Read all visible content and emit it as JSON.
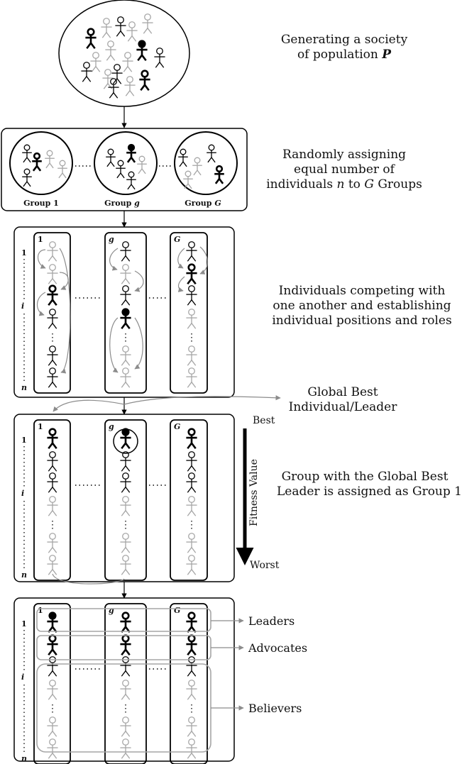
{
  "captions": {
    "society_line1": "Generating a society",
    "society_line2_prefix": "of population",
    "society_line2_var": "P",
    "assign_line1": "Randomly assigning",
    "assign_line2": "equal number of",
    "assign_line3_a": "individuals",
    "assign_line3_var_n": "n",
    "assign_line3_b": "to",
    "assign_line3_var_G": "G",
    "assign_line3_c": "Groups",
    "compete_line1": "Individuals competing with",
    "compete_line2": "one another and establishing",
    "compete_line3": "individual positions and roles",
    "global_line1": "Global Best",
    "global_line2": "Individual/Leader",
    "group1_line1": "Group with the Global Best",
    "group1_line2": "Leader is assigned as Group 1"
  },
  "groups": {
    "group1": "Group 1",
    "groupg": "Group",
    "groupg_var": "g",
    "groupG": "Group",
    "groupG_var": "G"
  },
  "column_labels": [
    "1",
    "g",
    "G"
  ],
  "row_labels": [
    "1",
    "i",
    "n"
  ],
  "fitness": {
    "best": "Best",
    "axis": "Fitness Value",
    "worst": "Worst"
  },
  "roles": {
    "leaders": "Leaders",
    "advocates": "Advocates",
    "believers": "Believers"
  },
  "colors": {
    "black": "#000000",
    "gray": "#a6a6a6",
    "arrow_gray": "#8c8c8c"
  }
}
